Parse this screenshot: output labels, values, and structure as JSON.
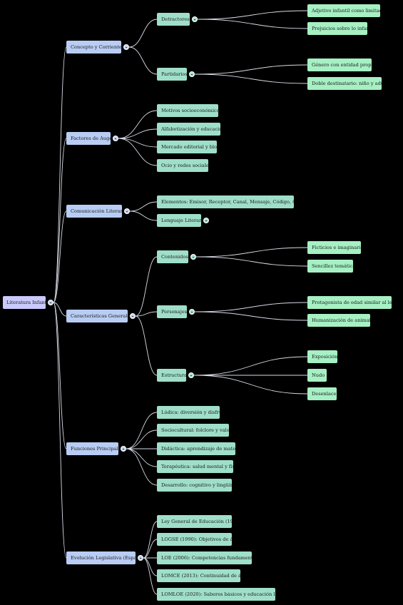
{
  "mindmap": {
    "root": {
      "label": "Literatura Infantil",
      "children": [
        {
          "label": "Concepto y Corrientes",
          "children": [
            {
              "label": "Detractores",
              "children": [
                {
                  "label": "Adjetivo infantil como limitador"
                },
                {
                  "label": "Prejuicios sobre lo infantil"
                }
              ]
            },
            {
              "label": "Partidarios",
              "children": [
                {
                  "label": "Género con entidad propia"
                },
                {
                  "label": "Doble destinatario: niño y adulto"
                }
              ]
            }
          ]
        },
        {
          "label": "Factores de Auge",
          "children": [
            {
              "label": "Motivos socioeconómicos"
            },
            {
              "label": "Alfabetización y educación"
            },
            {
              "label": "Mercado editorial y blogs"
            },
            {
              "label": "Ocio y redes sociales"
            }
          ]
        },
        {
          "label": "Comunicación Literaria",
          "children": [
            {
              "label": "Elementos: Emisor, Receptor, Canal, Mensaje, Código, Contexto"
            },
            {
              "label": "Lenguaje Literario",
              "collapsed": true
            }
          ]
        },
        {
          "label": "Características Generales",
          "children": [
            {
              "label": "Contenidos",
              "children": [
                {
                  "label": "Ficticios e imaginarios"
                },
                {
                  "label": "Sencillez temática"
                }
              ]
            },
            {
              "label": "Personajes",
              "children": [
                {
                  "label": "Protagonista de edad similar al lector"
                },
                {
                  "label": "Humanización de animales"
                }
              ]
            },
            {
              "label": "Estructura",
              "children": [
                {
                  "label": "Exposición"
                },
                {
                  "label": "Nudo"
                },
                {
                  "label": "Desenlace"
                }
              ]
            }
          ]
        },
        {
          "label": "Funciones Principales",
          "children": [
            {
              "label": "Lúdica: diversión y disfrute"
            },
            {
              "label": "Sociocultural: folclore y valores"
            },
            {
              "label": "Didáctica: aprendizaje de materias"
            },
            {
              "label": "Terapéutica: salud mental y física"
            },
            {
              "label": "Desarrollo: cognitivo y lingüístico"
            }
          ]
        },
        {
          "label": "Evolución Legislativa (España)",
          "children": [
            {
              "label": "Ley General de Educación (1970)"
            },
            {
              "label": "LOGSE (1990): Objetivos de área"
            },
            {
              "label": "LOE (2006): Competencias fundamentales"
            },
            {
              "label": "LOMCE (2013): Continuidad de áreas"
            },
            {
              "label": "LOMLOE (2020): Saberes básicos y educación literaria"
            }
          ]
        }
      ]
    }
  },
  "colors": {
    "background": "#000000",
    "root": "#c9c9fb",
    "level1": "#b9cdf4",
    "level2": "#9fdfca",
    "level3": "#a6f0c4",
    "link": "#d9dce6"
  }
}
